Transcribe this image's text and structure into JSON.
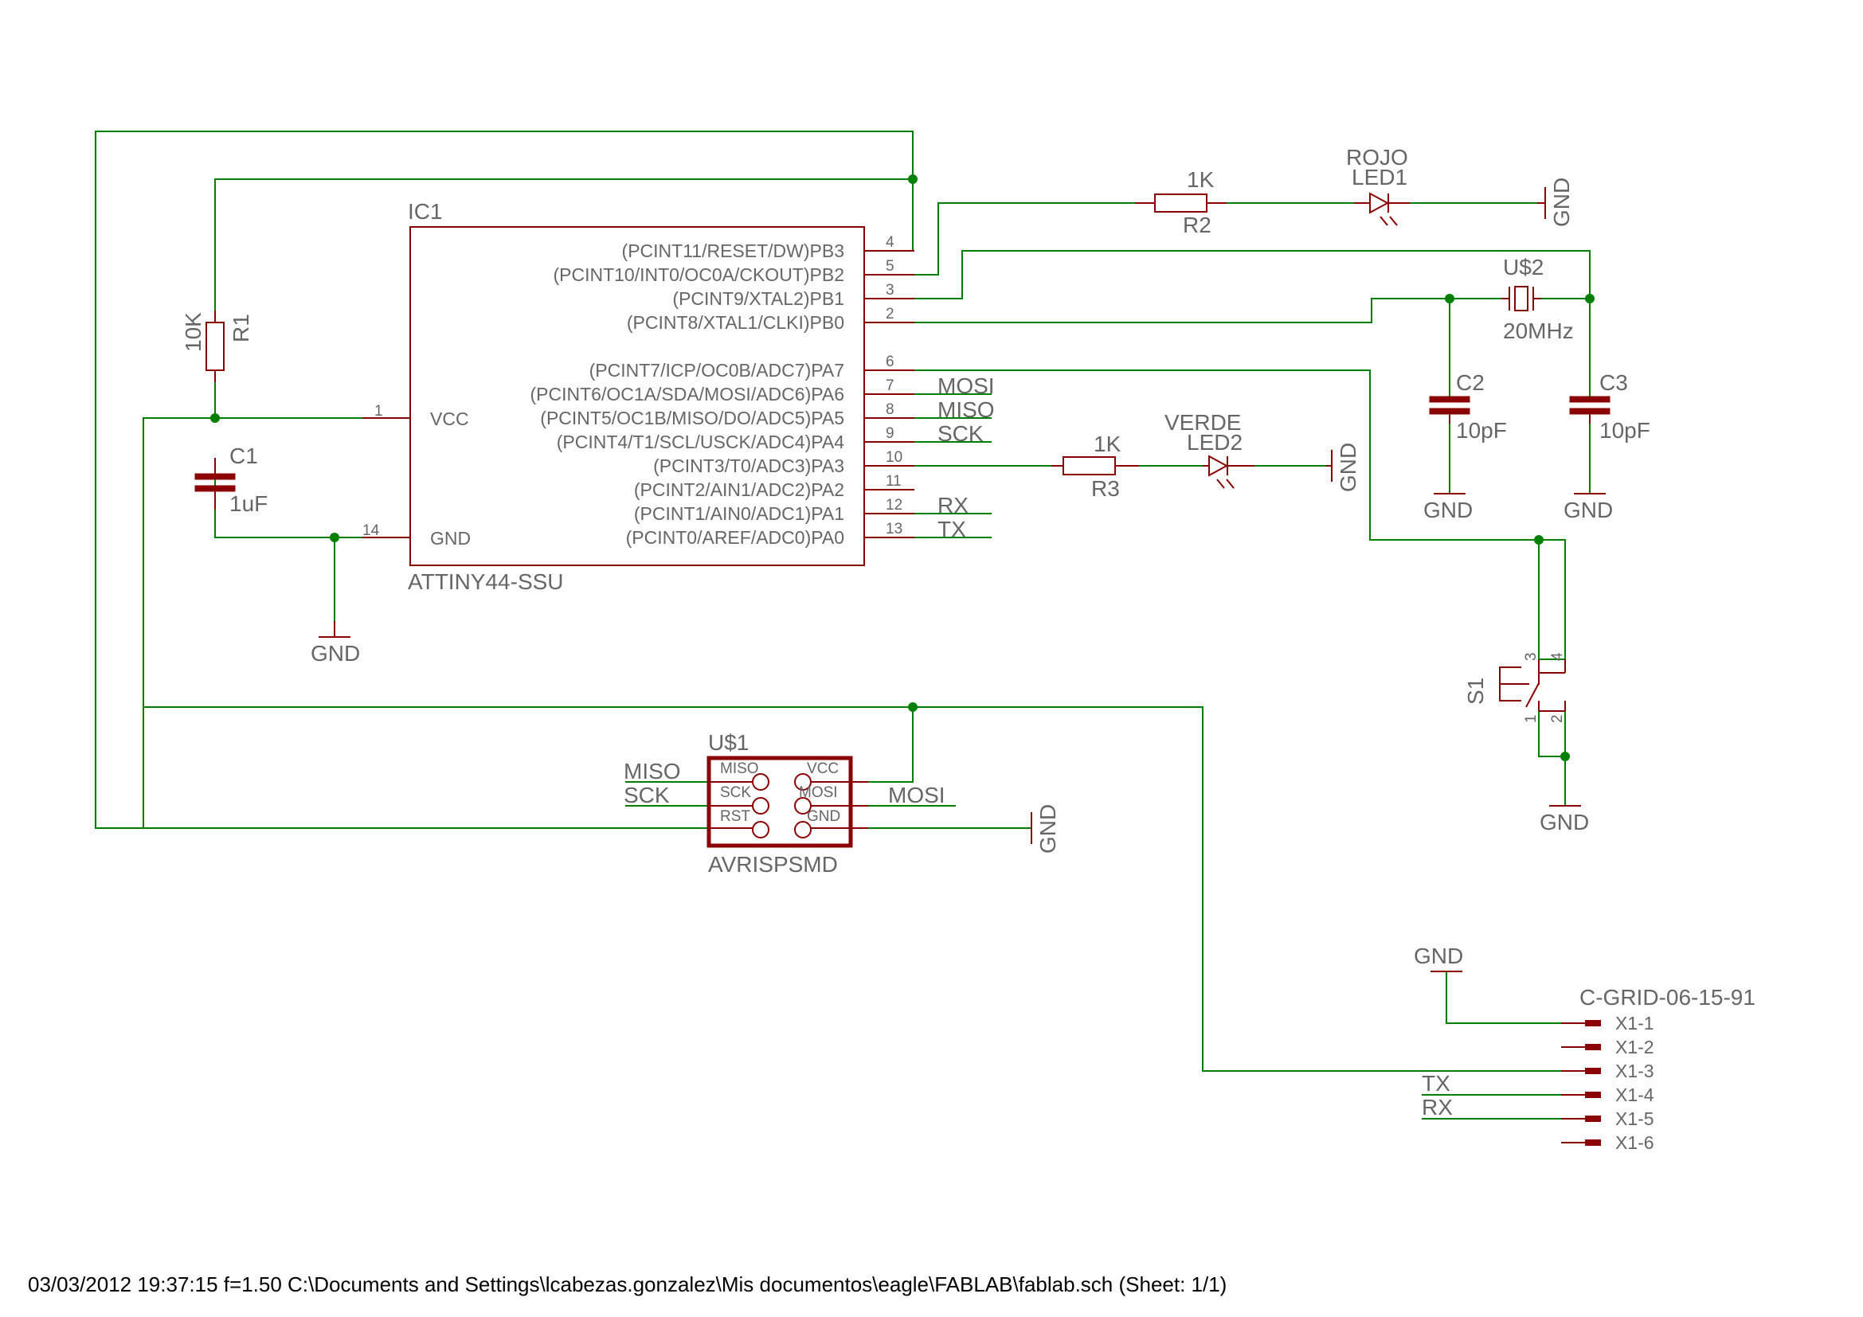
{
  "ic1": {
    "name": "IC1",
    "value": "ATTINY44-SSU",
    "vcc": "VCC",
    "gnd": "GND",
    "pin1": "1",
    "pin14": "14",
    "pins_right": [
      {
        "label": "(PCINT11/RESET/DW)PB3",
        "num": "4"
      },
      {
        "label": "(PCINT10/INT0/OC0A/CKOUT)PB2",
        "num": "5"
      },
      {
        "label": "(PCINT9/XTAL2)PB1",
        "num": "3"
      },
      {
        "label": "(PCINT8/XTAL1/CLKI)PB0",
        "num": "2"
      },
      {
        "label": "(PCINT7/ICP/OC0B/ADC7)PA7",
        "num": "6"
      },
      {
        "label": "(PCINT6/OC1A/SDA/MOSI/ADC6)PA6",
        "num": "7"
      },
      {
        "label": "(PCINT5/OC1B/MISO/DO/ADC5)PA5",
        "num": "8"
      },
      {
        "label": "(PCINT4/T1/SCL/USCK/ADC4)PA4",
        "num": "9"
      },
      {
        "label": "(PCINT3/T0/ADC3)PA3",
        "num": "10"
      },
      {
        "label": "(PCINT2/AIN1/ADC2)PA2",
        "num": "11"
      },
      {
        "label": "(PCINT1/AIN0/ADC1)PA1",
        "num": "12"
      },
      {
        "label": "(PCINT0/AREF/ADC0)PA0",
        "num": "13"
      }
    ]
  },
  "nets": {
    "mosi": "MOSI",
    "miso": "MISO",
    "sck": "SCK",
    "rx": "RX",
    "tx": "TX",
    "gnd": "GND"
  },
  "r1": {
    "name": "R1",
    "value": "10K"
  },
  "c1": {
    "name": "C1",
    "value": "1uF"
  },
  "r2": {
    "name": "R2",
    "value": "1K"
  },
  "r3": {
    "name": "R3",
    "value": "1K"
  },
  "led1": {
    "name": "LED1",
    "value": "ROJO"
  },
  "led2": {
    "name": "LED2",
    "value": "VERDE"
  },
  "crystal": {
    "name": "U$2",
    "value": "20MHz"
  },
  "c2": {
    "name": "C2",
    "value": "10pF"
  },
  "c3": {
    "name": "C3",
    "value": "10pF"
  },
  "s1": {
    "name": "S1",
    "pins": [
      "3",
      "4",
      "1",
      "2"
    ]
  },
  "isp": {
    "name": "U$1",
    "value": "AVRISPSMD",
    "pins": [
      "MISO",
      "VCC",
      "SCK",
      "MOSI",
      "RST",
      "GND"
    ]
  },
  "connector": {
    "name": "C-GRID-06-15-91",
    "pins": [
      "X1-1",
      "X1-2",
      "X1-3",
      "X1-4",
      "X1-5",
      "X1-6"
    ]
  },
  "footer": "03/03/2012 19:37:15  f=1.50  C:\\Documents and Settings\\lcabezas.gonzalez\\Mis documentos\\eagle\\FABLAB\\fablab.sch (Sheet: 1/1)"
}
